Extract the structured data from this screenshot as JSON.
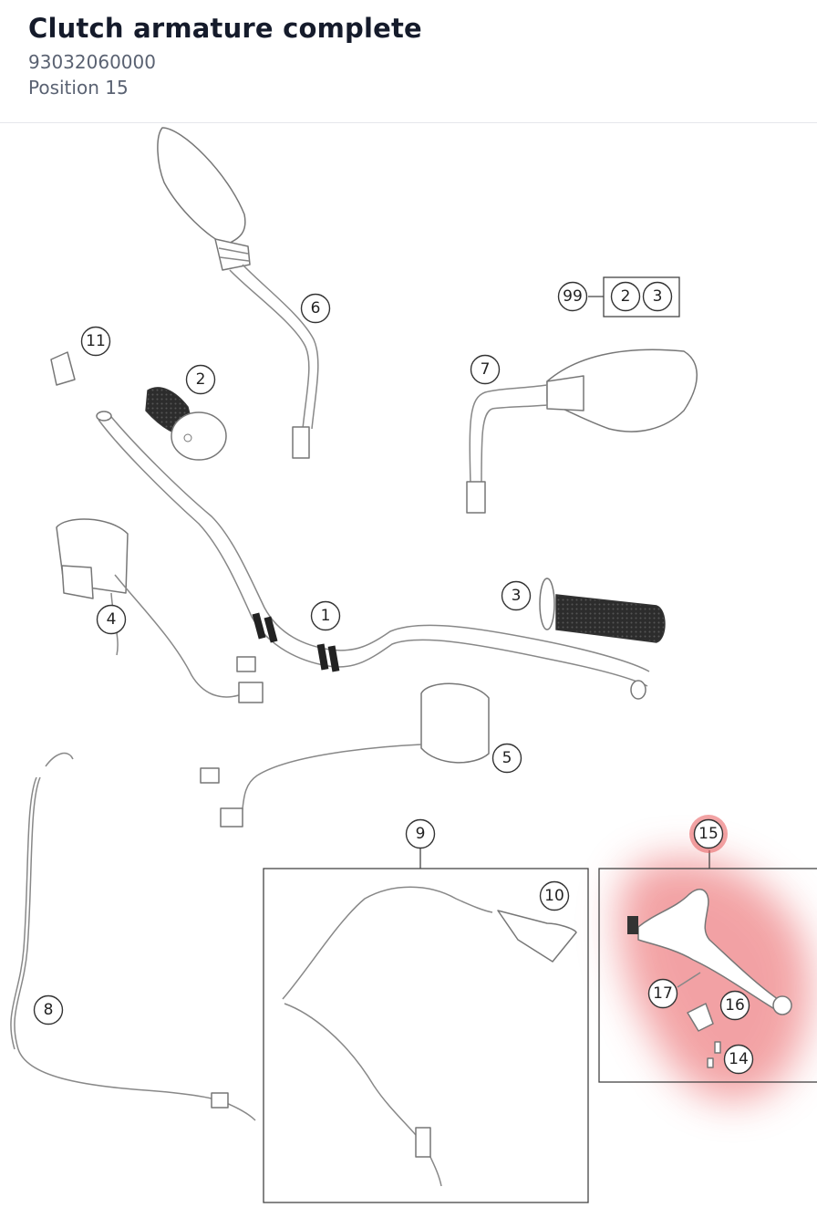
{
  "header": {
    "title": "Clutch armature complete",
    "part_number": "93032060000",
    "position": "Position 15"
  },
  "diagram": {
    "callouts": {
      "c1": "1",
      "c2": "2",
      "c3": "3",
      "c4": "4",
      "c5": "5",
      "c6": "6",
      "c7": "7",
      "c8": "8",
      "c9": "9",
      "c10": "10",
      "c11": "11",
      "c99": "99",
      "c99a": "2",
      "c99b": "3",
      "c14": "14",
      "c15": "15",
      "c16": "16",
      "c17": "17"
    },
    "highlighted_position": "15",
    "highlight_color": "#e8575a"
  }
}
